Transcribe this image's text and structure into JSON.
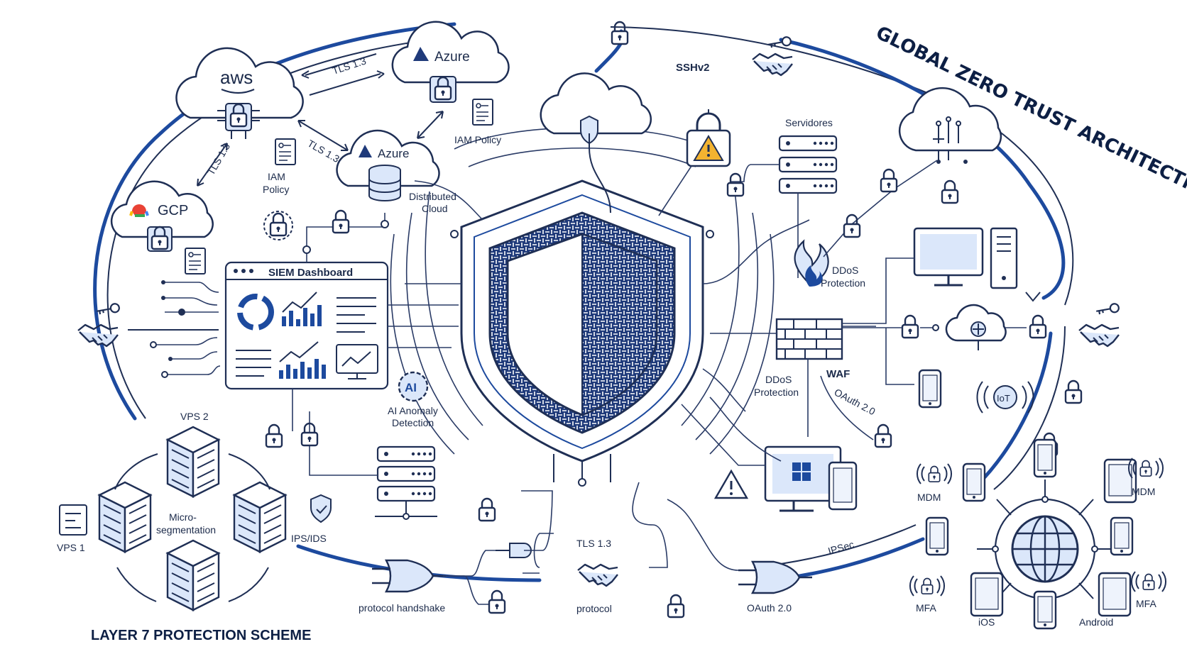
{
  "title": "GLOBAL ZERO TRUST ARCHITECTRE",
  "footer": "LAYER 7 PROTECTION SCHEME",
  "colors": {
    "navy": "#1f2f55",
    "accent": "#1d4a9e",
    "light_blue": "#dbe7fa",
    "warning": "#f3b330"
  },
  "clouds": {
    "aws": "aws",
    "azure_top": "Azure",
    "azure_mid": "Azure",
    "gcp": "GCP"
  },
  "labels": {
    "tls_1": "TLS 1.3",
    "tls_2": "TLS 1.3",
    "tls_3": "TLS 1.3",
    "tls_4": "TLS 1.3",
    "sshv2": "SSHv2",
    "iam_policy_right": "IAM Policy",
    "iam_policy_left_1": "IAM",
    "iam_policy_left_2": "Policy",
    "distributed_1": "Distributed",
    "distributed_2": "Cloud",
    "servidores": "Servidores",
    "ddos_top_1": "DDoS",
    "ddos_top_2": "Protection",
    "ddos_bottom_1": "DDoS",
    "ddos_bottom_2": "Protection",
    "waf": "WAF",
    "oauth_slanted": "OAuth 2.0",
    "oauth_bottom": "OAuth 2.0",
    "ipsec": "IPSec",
    "siem": "SIEM Dashboard",
    "ai_badge": "AI",
    "ai_1": "AI Anomaly",
    "ai_2": "Detection",
    "vps1": "VPS 1",
    "vps2": "VPS 2",
    "micro_1": "Micro-",
    "micro_2": "segmentation",
    "ips": "IPS/IDS",
    "protocol_handshake": "protocol handshake",
    "protocol": "protocol",
    "iot": "IoT",
    "mdm_left": "MDM",
    "mdm_right": "MDM",
    "mfa_left": "MFA",
    "mfa_right": "MFA",
    "ios": "iOS",
    "android": "Android"
  },
  "icons": [
    "lock-icon",
    "handshake-icon",
    "key-icon",
    "shield-icon",
    "warning-icon",
    "server-icon",
    "firewall-icon",
    "globe-icon",
    "phone-icon",
    "tablet-icon",
    "monitor-icon",
    "gate-icon",
    "document-icon"
  ]
}
